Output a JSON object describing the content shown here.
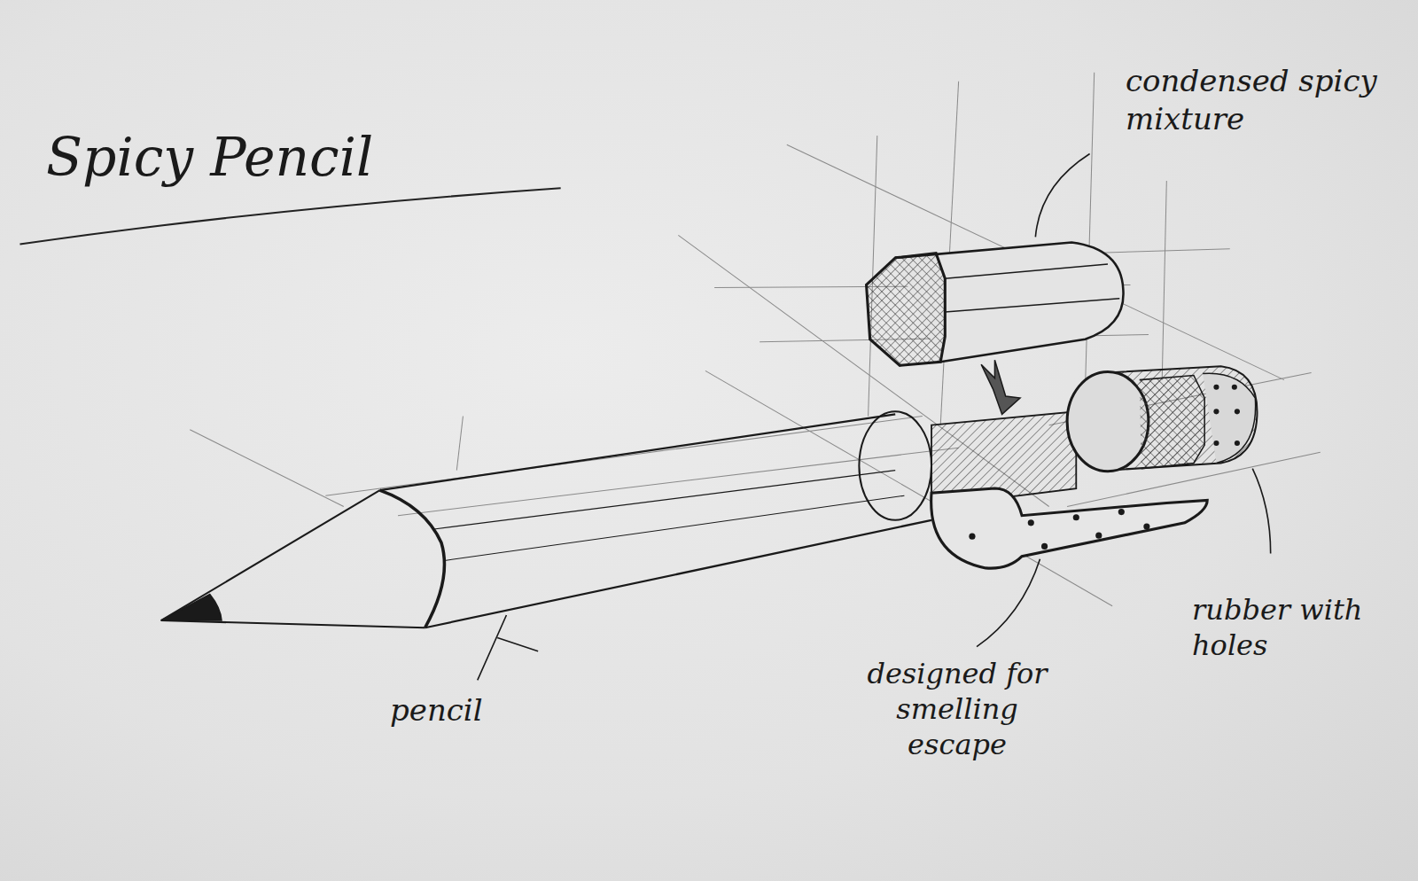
{
  "diagram": {
    "title": "Spicy Pencil",
    "labels": [
      "condensed spicy mixture",
      "pencil",
      "designed for smelling escape",
      "rubber with holes"
    ]
  }
}
